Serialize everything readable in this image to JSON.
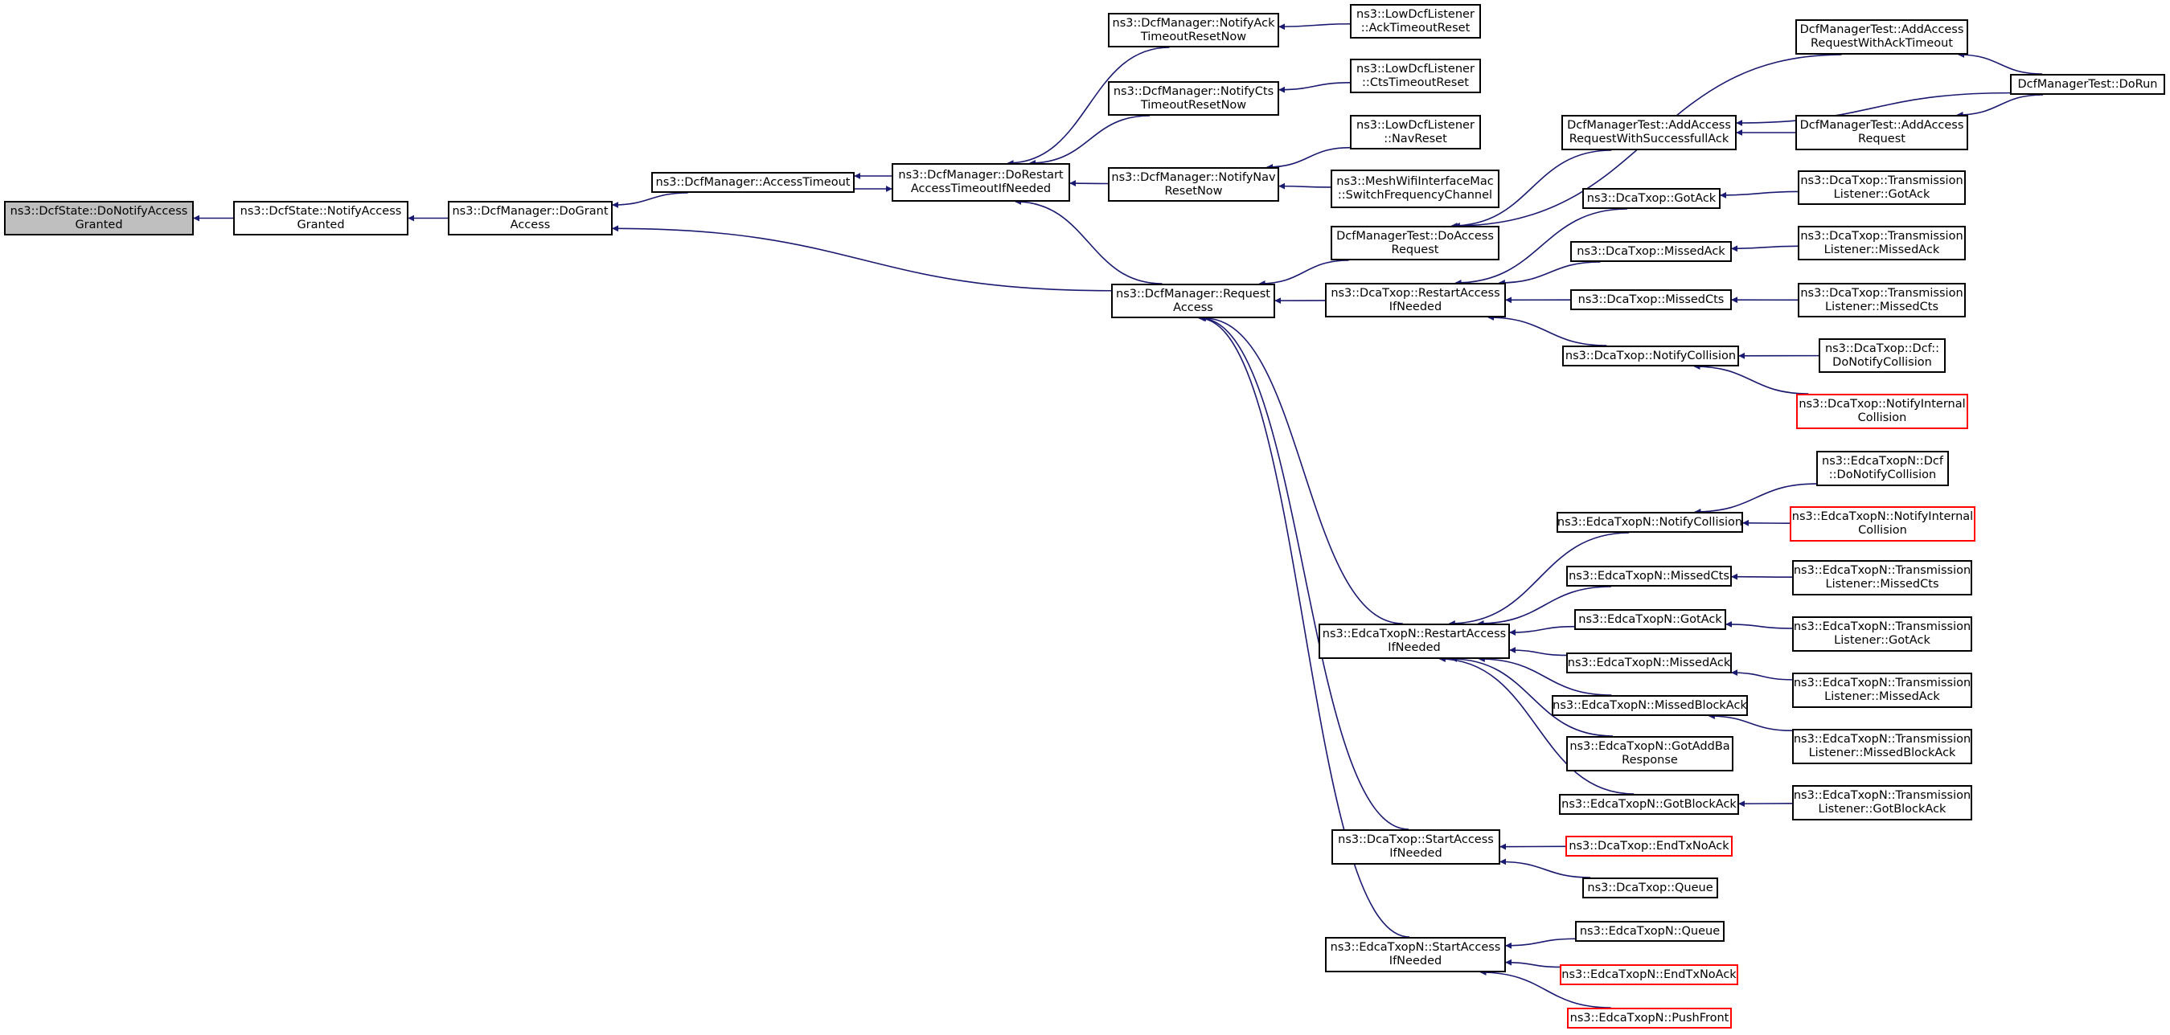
{
  "colors": {
    "edge": "#191970",
    "node_border": "#000000",
    "truncated_border": "#ff0000",
    "current_fill": "#bfbfbf",
    "background": "#ffffff"
  },
  "nodes": {
    "n1": "ns3::DcfState::DoNotifyAccess\nGranted",
    "n2": "ns3::DcfState::NotifyAccess\nGranted",
    "n3": "ns3::DcfManager::DoGrant\nAccess",
    "n4": "ns3::DcfManager::AccessTimeout",
    "n5": "ns3::DcfManager::DoRestart\nAccessTimeoutIfNeeded",
    "n6": "ns3::DcfManager::NotifyAck\nTimeoutResetNow",
    "n7": "ns3::DcfManager::NotifyCts\nTimeoutResetNow",
    "n8": "ns3::DcfManager::NotifyNav\nResetNow",
    "n9": "ns3::LowDcfListener\n::AckTimeoutReset",
    "n10": "ns3::LowDcfListener\n::CtsTimeoutReset",
    "n11": "ns3::LowDcfListener\n::NavReset",
    "n12": "ns3::MeshWifiInterfaceMac\n::SwitchFrequencyChannel",
    "n13": "ns3::DcfManager::Request\nAccess",
    "n14": "DcfManagerTest::DoAccess\nRequest",
    "n15": "ns3::DcaTxop::RestartAccess\nIfNeeded",
    "n16": "DcfManagerTest::AddAccess\nRequestWithAckTimeout",
    "n17": "DcfManagerTest::AddAccess\nRequestWithSuccessfullAck",
    "n18": "DcfManagerTest::AddAccess\nRequest",
    "n19": "DcfManagerTest::DoRun",
    "n20": "ns3::DcaTxop::GotAck",
    "n21": "ns3::DcaTxop::MissedAck",
    "n22": "ns3::DcaTxop::MissedCts",
    "n23": "ns3::DcaTxop::NotifyCollision",
    "n24": "ns3::DcaTxop::Transmission\nListener::GotAck",
    "n25": "ns3::DcaTxop::Transmission\nListener::MissedAck",
    "n26": "ns3::DcaTxop::Transmission\nListener::MissedCts",
    "n27": "ns3::DcaTxop::Dcf::\nDoNotifyCollision",
    "n28": "ns3::DcaTxop::NotifyInternal\nCollision",
    "n29": "ns3::EdcaTxopN::RestartAccess\nIfNeeded",
    "n30": "ns3::EdcaTxopN::NotifyCollision",
    "n31": "ns3::EdcaTxopN::MissedCts",
    "n32": "ns3::EdcaTxopN::GotAck",
    "n33": "ns3::EdcaTxopN::MissedAck",
    "n34": "ns3::EdcaTxopN::MissedBlockAck",
    "n35": "ns3::EdcaTxopN::GotAddBa\nResponse",
    "n36": "ns3::EdcaTxopN::GotBlockAck",
    "n37": "ns3::EdcaTxopN::Dcf\n::DoNotifyCollision",
    "n38": "ns3::EdcaTxopN::NotifyInternal\nCollision",
    "n39": "ns3::EdcaTxopN::Transmission\nListener::MissedCts",
    "n40": "ns3::EdcaTxopN::Transmission\nListener::GotAck",
    "n41": "ns3::EdcaTxopN::Transmission\nListener::MissedAck",
    "n42": "ns3::EdcaTxopN::Transmission\nListener::MissedBlockAck",
    "n43": "ns3::EdcaTxopN::Transmission\nListener::GotBlockAck",
    "n44": "ns3::DcaTxop::StartAccess\nIfNeeded",
    "n45": "ns3::DcaTxop::EndTxNoAck",
    "n46": "ns3::DcaTxop::Queue",
    "n47": "ns3::EdcaTxopN::StartAccess\nIfNeeded",
    "n48": "ns3::EdcaTxopN::Queue",
    "n49": "ns3::EdcaTxopN::EndTxNoAck",
    "n50": "ns3::EdcaTxopN::PushFront"
  },
  "edges": [
    [
      "n2",
      "n1"
    ],
    [
      "n3",
      "n2"
    ],
    [
      "n4",
      "n3"
    ],
    [
      "n5",
      "n4"
    ],
    [
      "n4",
      "n5"
    ],
    [
      "n6",
      "n5"
    ],
    [
      "n7",
      "n5"
    ],
    [
      "n8",
      "n5"
    ],
    [
      "n13",
      "n5"
    ],
    [
      "n9",
      "n6"
    ],
    [
      "n10",
      "n7"
    ],
    [
      "n11",
      "n8"
    ],
    [
      "n12",
      "n8"
    ],
    [
      "n13",
      "n3"
    ],
    [
      "n14",
      "n13"
    ],
    [
      "n15",
      "n13"
    ],
    [
      "n29",
      "n13"
    ],
    [
      "n44",
      "n13"
    ],
    [
      "n47",
      "n13"
    ],
    [
      "n16",
      "n14"
    ],
    [
      "n17",
      "n14"
    ],
    [
      "n19",
      "n16"
    ],
    [
      "n18",
      "n17"
    ],
    [
      "n19",
      "n17"
    ],
    [
      "n19",
      "n18"
    ],
    [
      "n20",
      "n15"
    ],
    [
      "n21",
      "n15"
    ],
    [
      "n22",
      "n15"
    ],
    [
      "n23",
      "n15"
    ],
    [
      "n24",
      "n20"
    ],
    [
      "n25",
      "n21"
    ],
    [
      "n26",
      "n22"
    ],
    [
      "n27",
      "n23"
    ],
    [
      "n28",
      "n23"
    ],
    [
      "n30",
      "n29"
    ],
    [
      "n31",
      "n29"
    ],
    [
      "n32",
      "n29"
    ],
    [
      "n33",
      "n29"
    ],
    [
      "n34",
      "n29"
    ],
    [
      "n35",
      "n29"
    ],
    [
      "n36",
      "n29"
    ],
    [
      "n37",
      "n30"
    ],
    [
      "n38",
      "n30"
    ],
    [
      "n39",
      "n31"
    ],
    [
      "n40",
      "n32"
    ],
    [
      "n41",
      "n33"
    ],
    [
      "n42",
      "n34"
    ],
    [
      "n43",
      "n36"
    ],
    [
      "n45",
      "n44"
    ],
    [
      "n46",
      "n44"
    ],
    [
      "n48",
      "n47"
    ],
    [
      "n49",
      "n47"
    ],
    [
      "n50",
      "n47"
    ]
  ]
}
